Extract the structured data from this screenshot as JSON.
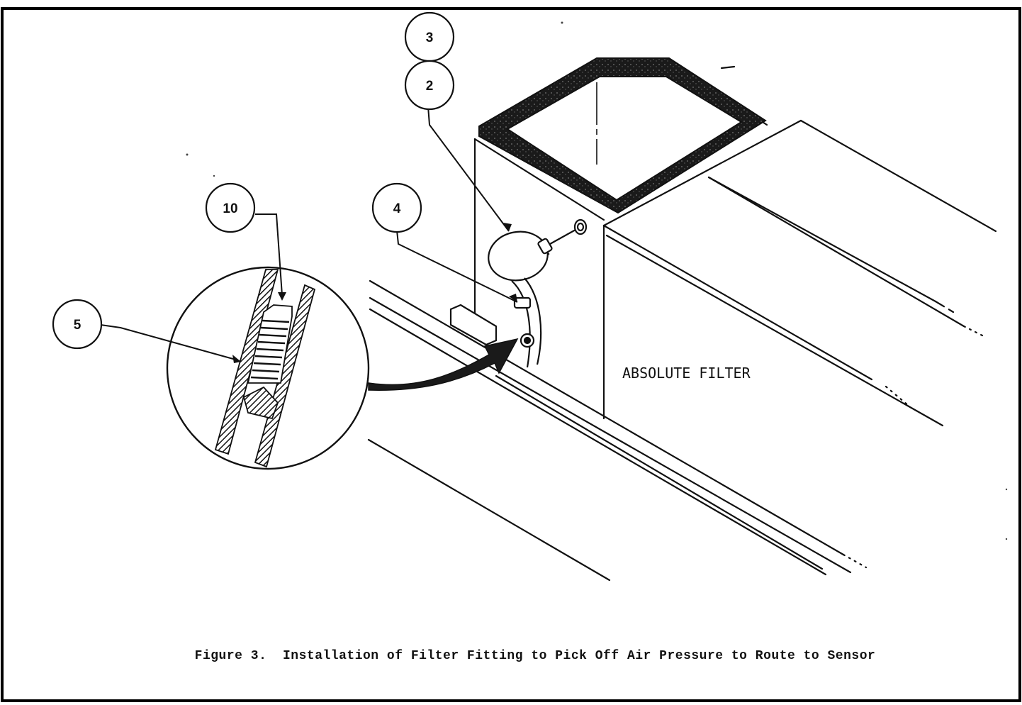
{
  "callouts": {
    "c3": "3",
    "c2": "2",
    "c4": "4",
    "c10": "10",
    "c5": "5"
  },
  "labels": {
    "absolute_filter": "ABSOLUTE FILTER"
  },
  "caption": {
    "number": "Figure 3.",
    "text": "Installation of Filter Fitting to Pick Off Air Pressure to Route to Sensor"
  }
}
